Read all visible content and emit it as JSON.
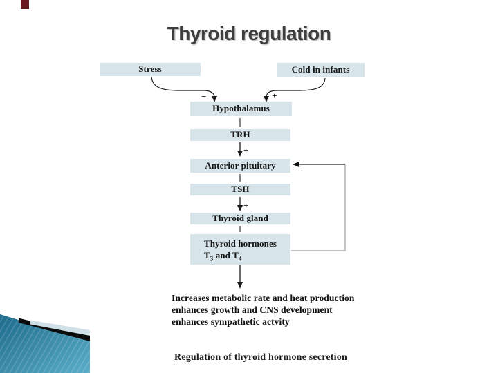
{
  "slide": {
    "title": "Thyroid regulation",
    "caption": "Regulation of thyroid hormone secretion"
  },
  "diagram": {
    "inputs": {
      "stress": "Stress",
      "cold": "Cold in infants"
    },
    "chain": {
      "hypothalamus": "Hypothalamus",
      "trh": "TRH",
      "anterior_pituitary": "Anterior pituitary",
      "tsh": "TSH",
      "thyroid_gland": "Thyroid gland",
      "hormones_line1": "Thyroid hormones",
      "hormones_line2": {
        "p1": "T",
        "s1": "3",
        "p2": " and T",
        "s2": "4"
      }
    },
    "signs": {
      "stress": "−",
      "cold": "+",
      "trh_to_pituitary": "+",
      "tsh_to_gland": "+"
    },
    "effects": [
      "Increases metabolic rate and heat production",
      "enhances growth and CNS development",
      "enhances sympathetic actvity"
    ],
    "flow": [
      {
        "from": "Stress",
        "to": "Hypothalamus",
        "sign": "−"
      },
      {
        "from": "Cold in infants",
        "to": "Hypothalamus",
        "sign": "+"
      },
      {
        "from": "Hypothalamus",
        "to": "TRH"
      },
      {
        "from": "TRH",
        "to": "Anterior pituitary",
        "sign": "+"
      },
      {
        "from": "Anterior pituitary",
        "to": "TSH"
      },
      {
        "from": "TSH",
        "to": "Thyroid gland",
        "sign": "+"
      },
      {
        "from": "Thyroid gland",
        "to": "Thyroid hormones T3 and T4"
      },
      {
        "from": "Thyroid hormones T3 and T4",
        "to": "effects"
      },
      {
        "from": "Thyroid hormones T3 and T4",
        "to": "Anterior pituitary",
        "type": "negative feedback"
      }
    ]
  },
  "colors": {
    "box_fill": "#d7e4e9",
    "accent_bar": "#6b161c",
    "teal_dark": "#1d6a8a",
    "teal_light": "#5aadc8",
    "title_text": "#3e3e3e",
    "arrow": "#1a1a1a",
    "feedback_line": "#9e9e9e"
  }
}
